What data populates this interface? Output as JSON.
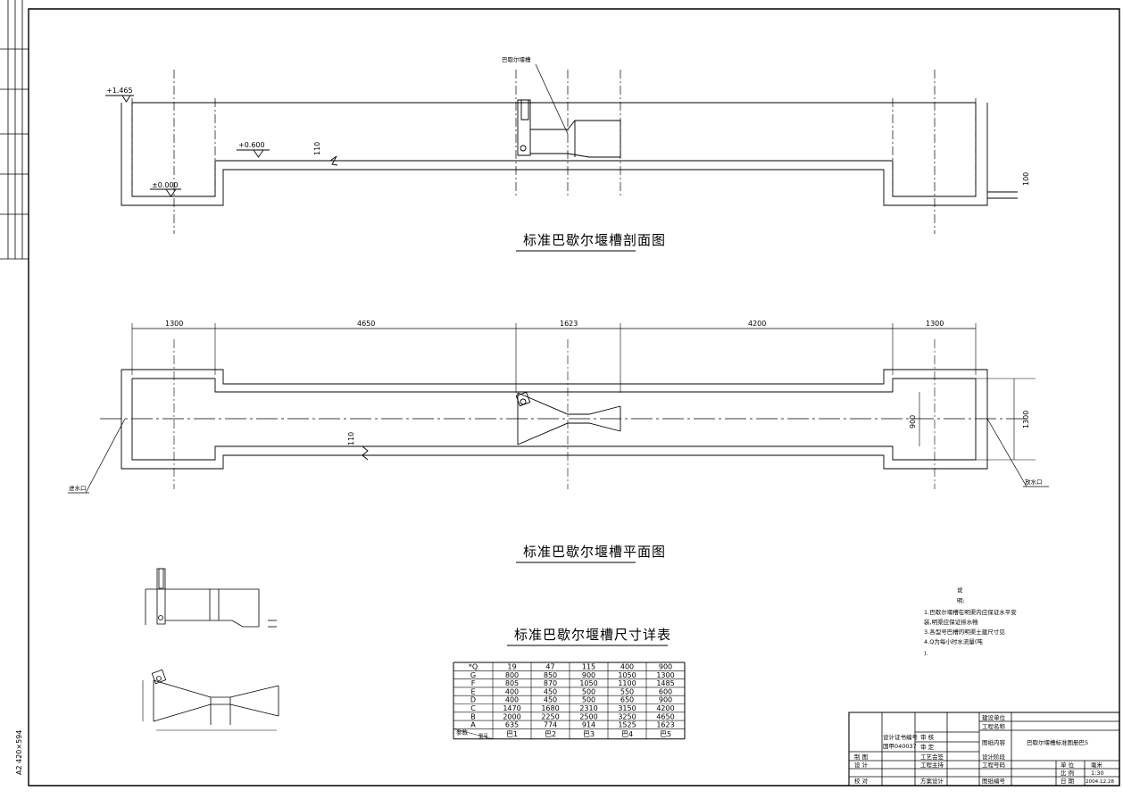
{
  "sheet": {
    "size_label": "A2  420×594"
  },
  "elevation": {
    "title": "标准巴歇尔堰槽剖面图",
    "flume_label": "巴歇尔堰槽",
    "level_high": "+1.465",
    "level_mid": "+0.600",
    "level_zero": "±0.000",
    "pipe_110": "110",
    "pipe_100": "100"
  },
  "plan": {
    "title": "标准巴歇尔堰槽平面图",
    "dims_top": [
      "1300",
      "4650",
      "1623",
      "4200",
      "1300"
    ],
    "dim_900": "900",
    "dim_1300": "1300",
    "pipe_110": "110",
    "inlet": "进水口",
    "outlet": "放水口"
  },
  "notes": {
    "heading1": "说",
    "heading2": "明:",
    "lines": [
      "1.巴歇尔堰槽在明渠内应保证水平安",
      "装,明渠应保证排水畅",
      "3.各型号巴槽的明渠土建尺寸见",
      "4.Q为每小时水流量(吨",
      ")."
    ]
  },
  "table": {
    "title": "标准巴歇尔堰槽尺寸详表",
    "rows": [
      {
        "param": "*Q",
        "values": [
          "19",
          "47",
          "115",
          "400",
          "900"
        ]
      },
      {
        "param": "G",
        "values": [
          "800",
          "850",
          "900",
          "1050",
          "1300"
        ]
      },
      {
        "param": "F",
        "values": [
          "805",
          "870",
          "1050",
          "1100",
          "1485"
        ]
      },
      {
        "param": "E",
        "values": [
          "400",
          "450",
          "500",
          "550",
          "600"
        ]
      },
      {
        "param": "D",
        "values": [
          "400",
          "450",
          "500",
          "650",
          "900"
        ]
      },
      {
        "param": "C",
        "values": [
          "1470",
          "1680",
          "2310",
          "3150",
          "4200"
        ]
      },
      {
        "param": "B",
        "values": [
          "2000",
          "2250",
          "2500",
          "3250",
          "4650"
        ]
      },
      {
        "param": "A",
        "values": [
          "635",
          "774",
          "914",
          "1525",
          "1623"
        ]
      }
    ],
    "footer_param": "参数",
    "footer_model": "型号",
    "models": [
      "巴1",
      "巴2",
      "巴3",
      "巴4",
      "巴5"
    ]
  },
  "title_block": {
    "construction_unit": "建设单位",
    "project_name": "工程名称",
    "drawing_content": "图纸内容",
    "drawing_name": "巴歇尔堰槽标准图册巴5",
    "design_cert": "设计证书编号",
    "cert_no": "国甲040037",
    "review": "审 核",
    "approve": "审 定",
    "drawer": "制 图",
    "designer": "设 计",
    "checker": "校 对",
    "process": "工艺会签",
    "chief": "工程主持",
    "scheme": "方案设计",
    "design_phase": "设计阶段",
    "project_no": "工程号码",
    "drawing_no": "图纸编号",
    "unit": "单 位",
    "unit_val": "毫米",
    "scale": "比 例",
    "scale_val": "1:30",
    "date": "日 期",
    "date_val": "2004.12.28"
  }
}
